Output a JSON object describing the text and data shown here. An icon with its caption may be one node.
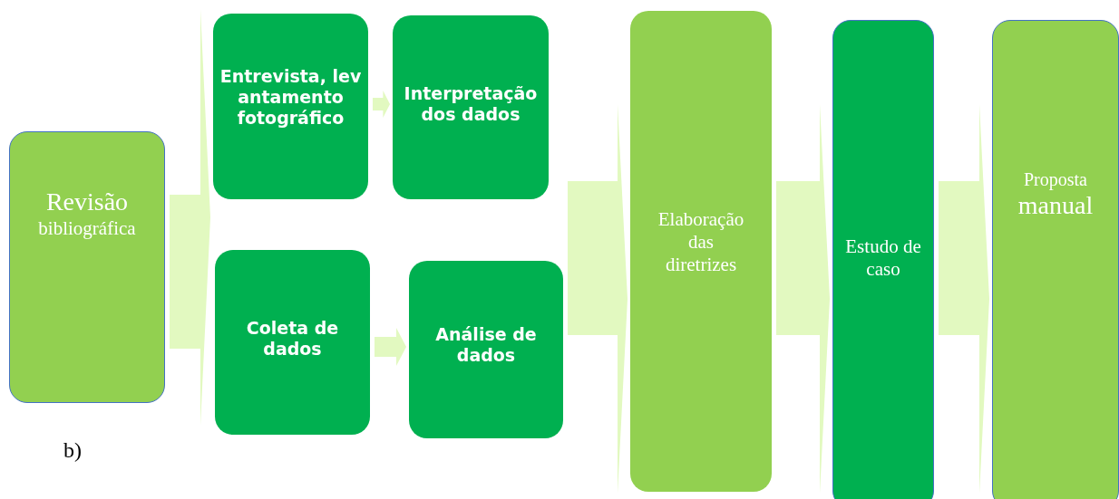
{
  "diagram": {
    "nodes": [
      {
        "text": [
          "Revisão",
          "bibliográfica"
        ]
      },
      {
        "text": [
          "Entrevista, lev antamento fotográfico"
        ]
      },
      {
        "text": [
          "Interpretação dos dados"
        ]
      },
      {
        "text": [
          "Coleta de dados"
        ]
      },
      {
        "text": [
          "Análise de dados"
        ]
      },
      {
        "text": [
          "Elaboração das diretrizes"
        ]
      },
      {
        "text": [
          "Estudo de caso"
        ]
      },
      {
        "text": [
          "Proposta",
          "manual"
        ]
      }
    ],
    "edges": [
      {
        "from": 0,
        "to": 1,
        "arrow": "to"
      },
      {
        "from": 0,
        "to": 3,
        "arrow": "to"
      },
      {
        "from": 1,
        "to": 2,
        "arrow": "to"
      },
      {
        "from": 3,
        "to": 4,
        "arrow": "to"
      },
      {
        "from": 2,
        "to": 5,
        "arrow": "to"
      },
      {
        "from": 4,
        "to": 5,
        "arrow": "to"
      },
      {
        "from": 5,
        "to": 6,
        "arrow": "to"
      },
      {
        "from": 6,
        "to": 7,
        "arrow": "to"
      }
    ],
    "labels": [
      "b)"
    ]
  }
}
